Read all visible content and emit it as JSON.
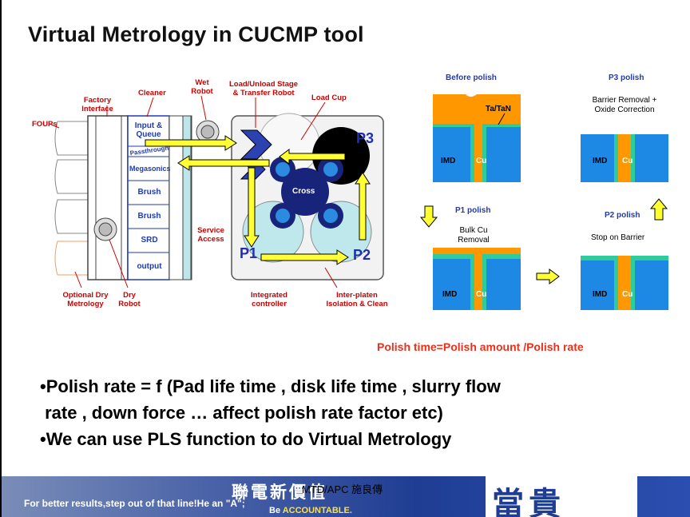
{
  "title": "Virtual Metrology in CUCMP tool",
  "tool": {
    "labels": {
      "foups": "FOUPs",
      "factory_interface": "Factory\nInterface",
      "cleaner": "Cleaner",
      "wet_robot": "Wet\nRobot",
      "load_unload": "Load/Unload Stage\n& Transfer Robot",
      "load_cup": "Load Cup",
      "input_queue": "Input &\nQueue",
      "passthrough": "Passthrough",
      "megasonics": "Megasonics",
      "brush1": "Brush",
      "brush2": "Brush",
      "srd": "SRD",
      "output": "output",
      "service_access": "Service\nAccess",
      "cross": "Cross",
      "p1": "P1",
      "p2": "P2",
      "p3": "P3",
      "optional_dry": "Optional Dry\nMetrology",
      "dry_robot": "Dry\nRobot",
      "integrated_controller": "Integrated\ncontroller",
      "interplaten": "Inter-platen\nIsolation & Clean"
    },
    "colors": {
      "label_red": "#cc0000",
      "box_blue": "#1f3bb3",
      "arrow_yellow": "#ffff33",
      "platen_cyan": "#bfe8ec",
      "pad_blue": "#18237a"
    }
  },
  "xsec": {
    "before_polish": "Before polish",
    "p3_polish": "P3 polish",
    "p3_desc": "Barrier Removal +\nOxide Correction",
    "p1_polish": "P1 polish",
    "p1_desc": "Bulk Cu\nRemoval",
    "p2_polish": "P2 polish",
    "p2_desc": "Stop on Barrier",
    "tatan": "Ta/TaN",
    "imd": "IMD",
    "cu": "Cu",
    "colors": {
      "imd": "#1e88e5",
      "cu": "#ff9800",
      "barrier": "#2ecc9a"
    }
  },
  "equation": "Polish time=Polish amount /Polish rate",
  "bullets": [
    "•Polish rate = f (Pad life time , disk life time , slurry flow",
    " rate , down force … affect polish rate factor etc)",
    "•We can use PLS function to do Virtual Metrology"
  ],
  "footer": {
    "chinese": "聯電新價值",
    "overlay": "MTD/APC 施良傳",
    "english": "For better results,step out of that line!He an \"A\";",
    "english2_a": "Be ",
    "english2_b": "ACCOUNTABLE.",
    "dang": "當貴"
  }
}
